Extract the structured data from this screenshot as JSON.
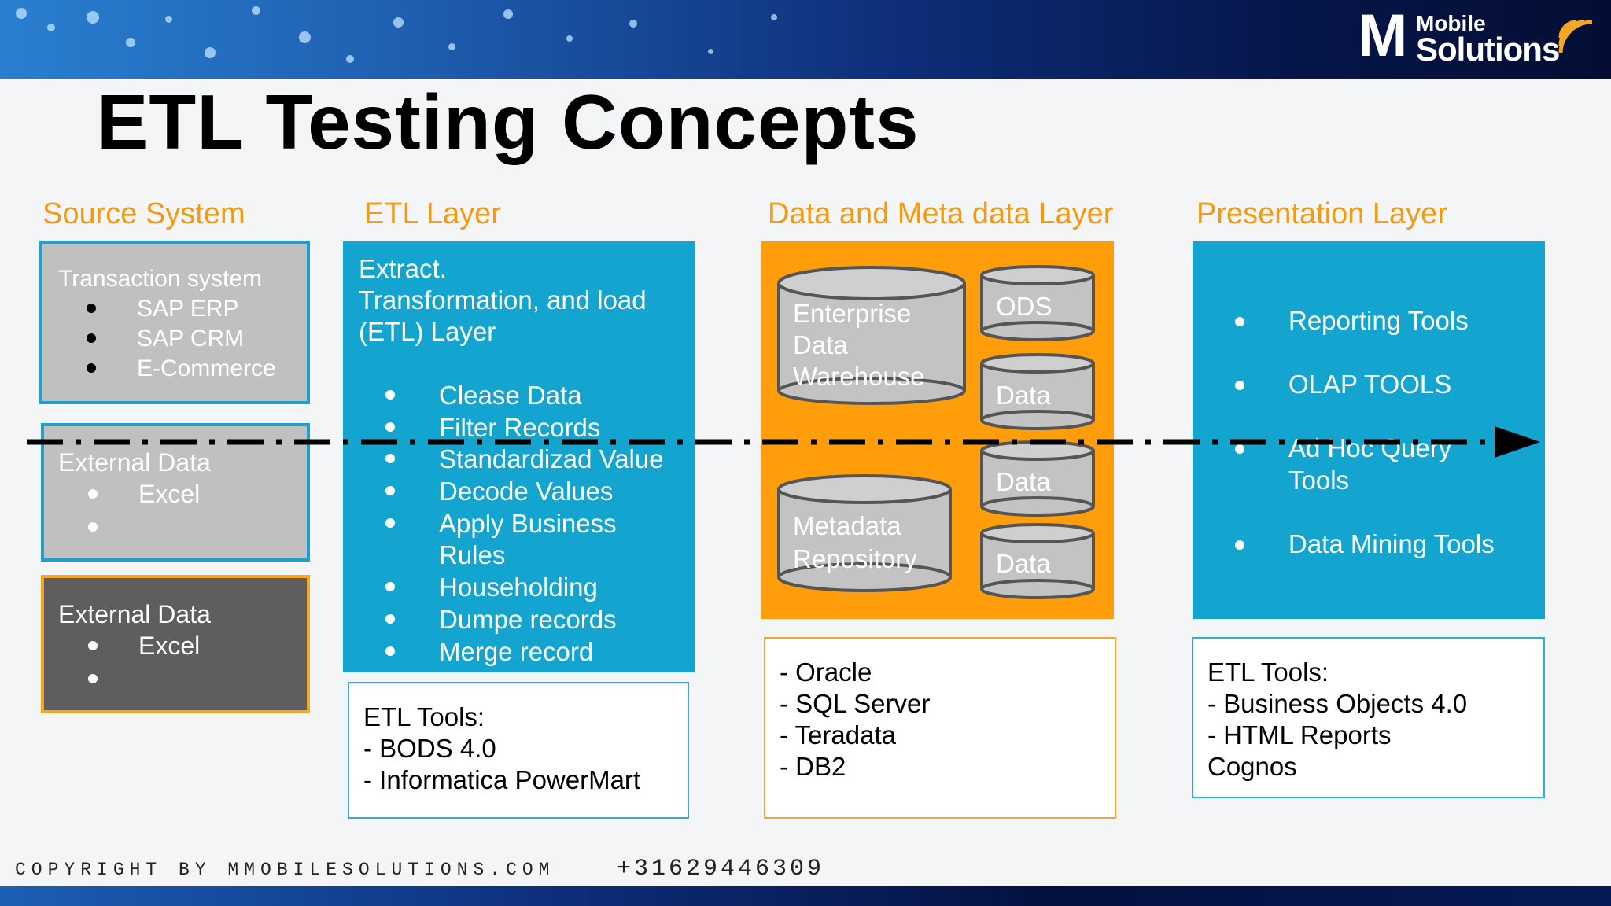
{
  "logo": {
    "letter": "M",
    "line1": "Mobile",
    "line2": "Solutions"
  },
  "title": "ETL Testing Concepts",
  "columns": {
    "source": "Source System",
    "etl": "ETL Layer",
    "data": "Data and Meta data Layer",
    "presentation": "Presentation Layer"
  },
  "source_system": {
    "transaction": {
      "heading": "Transaction system",
      "items": [
        "SAP ERP",
        "SAP CRM",
        "E-Commerce"
      ]
    },
    "external1": {
      "heading": "External Data",
      "items": [
        "Excel",
        ""
      ]
    },
    "external2": {
      "heading": "External Data",
      "items": [
        "Excel",
        ""
      ]
    }
  },
  "etl_layer": {
    "heading_lines": [
      "Extract.",
      "Transformation, and load",
      "(ETL) Layer"
    ],
    "items": [
      "Clease Data",
      "Filter Records",
      "Standardizad Value",
      "Decode Values",
      "Apply Business",
      "Rules",
      "Householding",
      "Dumpe records",
      "Merge record"
    ],
    "tools": {
      "heading": "ETL Tools:",
      "items": [
        "- BODS 4.0",
        "- Informatica PowerMart"
      ]
    }
  },
  "data_layer": {
    "cylinders": {
      "edw": [
        "Enterprise",
        "Data",
        "Warehouse"
      ],
      "ods": "ODS",
      "data1": "Data",
      "data2": "Data",
      "data3": "Data",
      "metadata": [
        "Metadata",
        "Repository"
      ]
    },
    "databases": [
      "- Oracle",
      "- SQL Server",
      "- Teradata",
      "- DB2"
    ]
  },
  "presentation_layer": {
    "items": [
      "Reporting Tools",
      "OLAP TOOLS",
      "Ad Hoc Query",
      "Tools",
      "Data Mining Tools"
    ],
    "tools": {
      "heading": "ETL Tools:",
      "items": [
        "- Business Objects 4.0",
        "- HTML Reports",
        "Cognos"
      ]
    }
  },
  "footer": {
    "copyright": "COPYRIGHT BY MMOBILESOLUTIONS.COM",
    "phone": "+31629446309"
  },
  "colors": {
    "accent_orange": "#f39a13",
    "blue_box": "#13a5cf",
    "orange_box": "#ff9d0a",
    "gray_box": "#c0c0c0",
    "dark_box": "#5f5d5e"
  }
}
